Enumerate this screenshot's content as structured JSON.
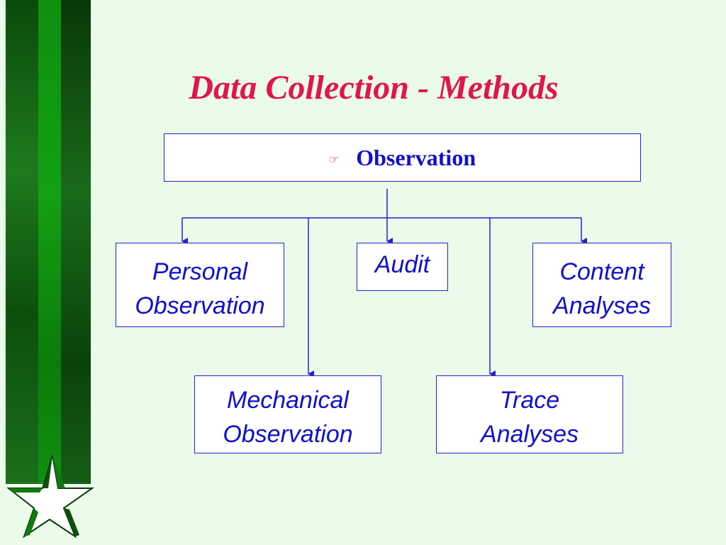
{
  "slide": {
    "title": "Data Collection - Methods",
    "colors": {
      "title": "#e0164c",
      "box_border": "#2323c8",
      "box_text": "#1010cc",
      "background": "#eafbe9"
    }
  },
  "diagram": {
    "root": {
      "icon": "pointing-hand-icon",
      "label": "Observation"
    },
    "methods": {
      "personal": {
        "line1": "Personal",
        "line2": "Observation"
      },
      "audit": {
        "line1": "Audit"
      },
      "content": {
        "line1": "Content",
        "line2": "Analyses"
      },
      "mechanical": {
        "line1": "Mechanical",
        "line2": "Observation"
      },
      "trace": {
        "line1": "Trace",
        "line2": "Analyses"
      }
    }
  }
}
